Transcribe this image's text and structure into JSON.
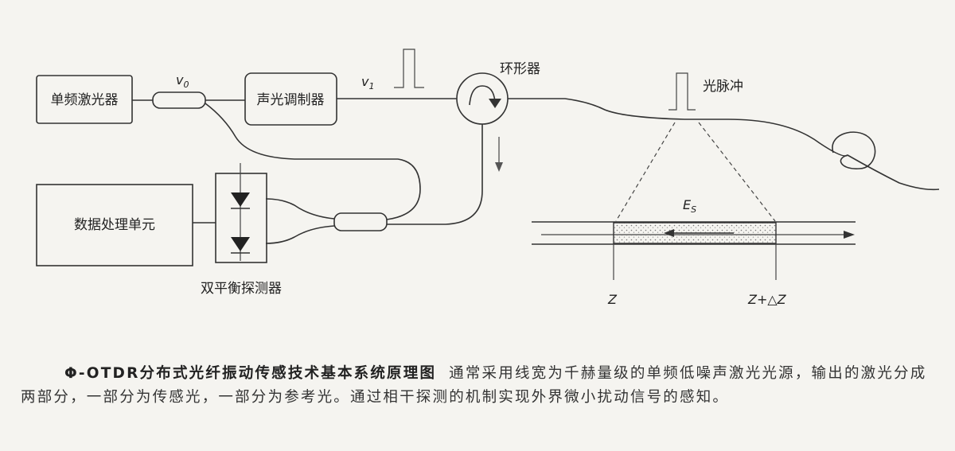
{
  "labels": {
    "laser": "单频激光器",
    "modulator": "声光调制器",
    "circulator": "环形器",
    "pulse": "光脉冲",
    "processor": "数据处理单元",
    "detector": "双平衡探测器",
    "v0_main": "v",
    "v0_sub": "0",
    "v1_main": "v",
    "v1_sub": "1",
    "es_main": "E",
    "es_sub": "S",
    "z": "Z",
    "z_dz": "Z+△Z"
  },
  "caption": {
    "title": "Φ-OTDR分布式光纤振动传感技术基本系统原理图",
    "body": "通常采用线宽为千赫量级的单频低噪声激光光源，输出的激光分成两部分，一部分为传感光，一部分为参考光。通过相干探测的机制实现外界微小扰动信号的感知。"
  }
}
